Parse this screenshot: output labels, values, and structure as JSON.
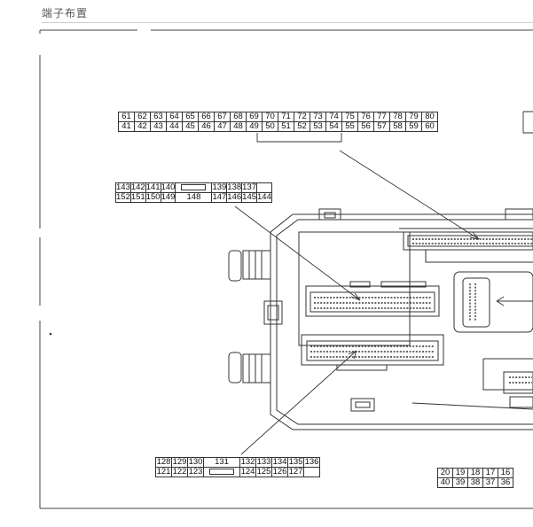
{
  "page": {
    "title": "端子布置"
  },
  "connectors": {
    "a": {
      "rows": [
        [
          "61",
          "62",
          "63",
          "64",
          "65",
          "66",
          "67",
          "68",
          "69",
          "70",
          "71",
          "72",
          "73",
          "74",
          "75",
          "76",
          "77",
          "78",
          "79",
          "80"
        ],
        [
          "41",
          "42",
          "43",
          "44",
          "45",
          "46",
          "47",
          "48",
          "49",
          "50",
          "51",
          "52",
          "53",
          "54",
          "55",
          "56",
          "57",
          "58",
          "59",
          "60"
        ]
      ]
    },
    "b": {
      "rows": [
        [
          "143",
          "142",
          "141",
          "140",
          "",
          "139",
          "138",
          "137"
        ],
        [
          "152",
          "151",
          "150",
          "149",
          "148",
          "147",
          "146",
          "145",
          "144"
        ]
      ]
    },
    "c": {
      "rows": [
        [
          "128",
          "129",
          "130",
          "131",
          "132",
          "133",
          "134",
          "135",
          "136"
        ],
        [
          "121",
          "122",
          "123",
          "",
          "124",
          "125",
          "126",
          "127"
        ]
      ]
    },
    "d": {
      "rows": [
        [
          "20",
          "19",
          "18",
          "17",
          "16"
        ],
        [
          "40",
          "39",
          "38",
          "37",
          "36"
        ]
      ]
    }
  },
  "colors": {
    "line": "#333333",
    "frame": "#444444",
    "title_rule": "#cfcfcf",
    "title": "#555555"
  }
}
